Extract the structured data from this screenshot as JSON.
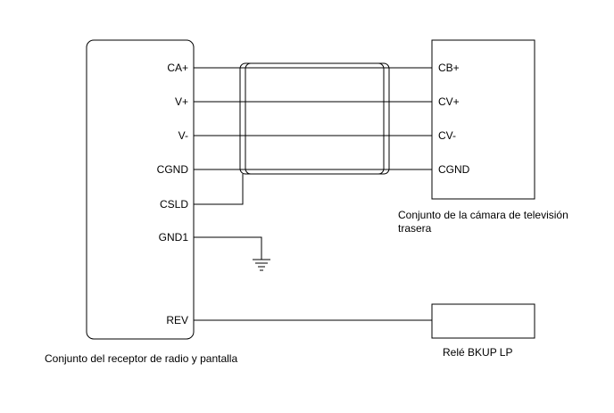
{
  "radio_unit": {
    "caption": "Conjunto del receptor de radio y pantalla",
    "pins": [
      "CA+",
      "V+",
      "V-",
      "CGND",
      "CSLD",
      "GND1",
      "REV"
    ]
  },
  "camera_unit": {
    "caption_line1": "Conjunto de la cámara de televisión",
    "caption_line2": "trasera",
    "pins": [
      "CB+",
      "CV+",
      "CV-",
      "CGND"
    ]
  },
  "relay": {
    "caption": "Relé BKUP LP"
  }
}
